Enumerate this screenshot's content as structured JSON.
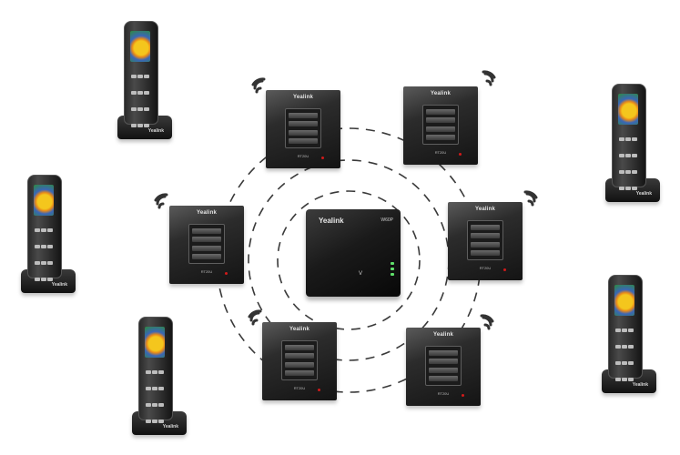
{
  "scene": {
    "brand": "Yealink",
    "base_model": "W60P",
    "base_mark": "V",
    "repeaters": [
      {
        "id": "r1",
        "brand": "Yealink",
        "model": "RT20U"
      },
      {
        "id": "r2",
        "brand": "Yealink",
        "model": "RT20U"
      },
      {
        "id": "r3",
        "brand": "Yealink",
        "model": "RT20U"
      },
      {
        "id": "r4",
        "brand": "Yealink",
        "model": "RT20U"
      },
      {
        "id": "r5",
        "brand": "Yealink",
        "model": "RT20U"
      },
      {
        "id": "r6",
        "brand": "Yealink",
        "model": "RT20U"
      }
    ],
    "handsets": [
      {
        "id": "h1",
        "brand": "Yealink"
      },
      {
        "id": "h2",
        "brand": "Yealink"
      },
      {
        "id": "h3",
        "brand": "Yealink"
      },
      {
        "id": "h4",
        "brand": "Yealink"
      },
      {
        "id": "h5",
        "brand": "Yealink"
      }
    ],
    "colors": {
      "device_body": "#1a1a1a",
      "led_red": "#d11a1a",
      "led_green": "#5fe06a",
      "ring_dash": "#3a3a3a",
      "wifi_icon": "#333333"
    }
  }
}
